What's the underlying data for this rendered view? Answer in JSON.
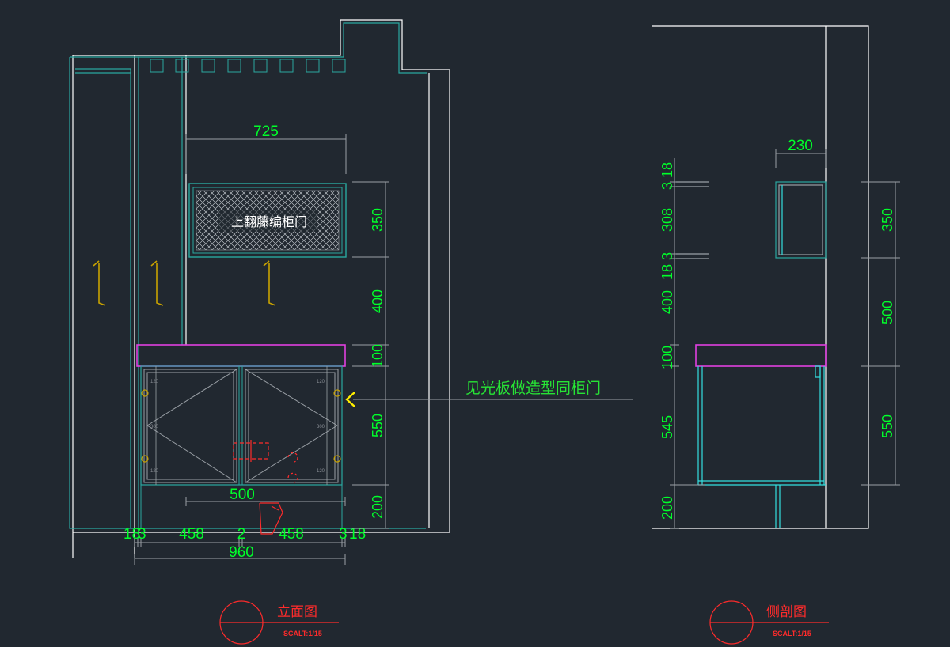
{
  "colors": {
    "background": "#212830",
    "outline": "#ffffff",
    "frame": "#2aa8a0",
    "dimension_line": "#9aa0a6",
    "dimension_text": "#00ff2a",
    "countertop": "#e040e0",
    "title": "#ff2b2b",
    "hanger": "#c8a200",
    "arrow": "#ffee00",
    "cabinet_side": "#33e0e0"
  },
  "elevation": {
    "rattan_label": "上翻藤编柜门",
    "note": "见光板做造型同柜门",
    "dims": {
      "top_width": "725",
      "inner_width": "500",
      "total_width": "960",
      "bottom_segments": [
        "18",
        "3",
        "458",
        "2",
        "458",
        "3",
        "18"
      ],
      "right_heights": [
        "350",
        "400",
        "100",
        "550",
        "200"
      ]
    },
    "door_marks": [
      "120",
      "120",
      "300",
      "300",
      "120",
      "120"
    ],
    "title": "立面图",
    "scale": "SCALT:1/15"
  },
  "section": {
    "dims": {
      "top_width": "230",
      "left_heights": [
        "3",
        "18",
        "308",
        "3",
        "18",
        "400",
        "100",
        "545",
        "200"
      ],
      "right_heights": [
        "350",
        "500",
        "550"
      ]
    },
    "title": "侧剖图",
    "scale": "SCALT:1/15"
  }
}
